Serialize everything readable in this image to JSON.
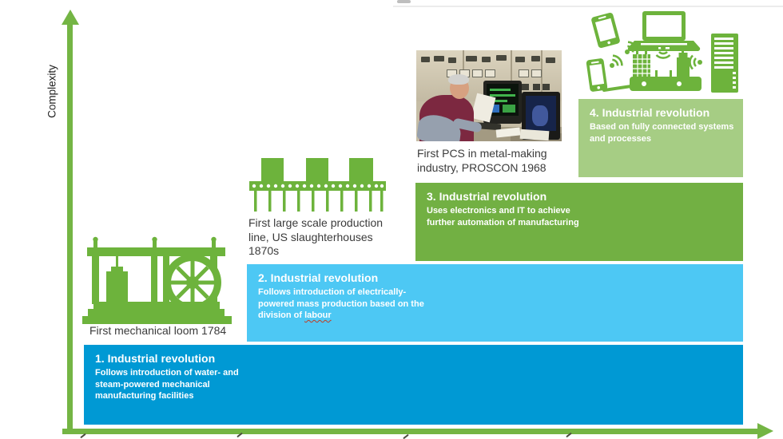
{
  "axis": {
    "y_label": "Complexity"
  },
  "stages": [
    {
      "number": 1,
      "title": "1. Industrial revolution",
      "description": "Follows introduction of water- and steam-powered mechanical manufacturing facilities",
      "color": "#0099d4"
    },
    {
      "number": 2,
      "title": "2. Industrial revolution",
      "description_before": "Follows introduction of electrically-powered mass production based on the division of ",
      "spellcheck_flagged_word": "labour",
      "color": "#4dc8f4"
    },
    {
      "number": 3,
      "title": "3. Industrial revolution",
      "description": "Uses electronics and IT to achieve further automation of manufacturing",
      "color": "#72b043"
    },
    {
      "number": 4,
      "title": "4. Industrial revolution",
      "description": "Based on fully connected systems and processes",
      "color": "#a6cd84"
    }
  ],
  "milestones": [
    {
      "caption": "First mechanical loom 1784",
      "visual": "mechanical-loom-icon"
    },
    {
      "caption": "First large scale production line, US slaughterhouses 1870s",
      "visual": "conveyor-production-line-icon"
    },
    {
      "caption": "First PCS in metal-making industry, PROSCON 1968",
      "visual": "control-room-photo"
    },
    {
      "caption": "",
      "visual": "connected-devices-icon"
    }
  ],
  "icons": {
    "loom": "mechanical-loom-icon",
    "production_line": "conveyor-production-line-icon",
    "connected_devices": "connected-devices-icon",
    "wifi": "wifi-signal-icon",
    "tablet": "tablet-icon",
    "phone": "smartphone-icon",
    "laptop": "laptop-icon",
    "server": "server-tower-icon"
  },
  "colors": {
    "stage1_blue": "#0099d4",
    "stage2_light_blue": "#4dc8f4",
    "stage3_green": "#72b043",
    "stage4_light_green": "#a6cd84",
    "icon_green": "#6db33c",
    "axis_green": "#74b544",
    "spellcheck_red": "#c23b22"
  }
}
